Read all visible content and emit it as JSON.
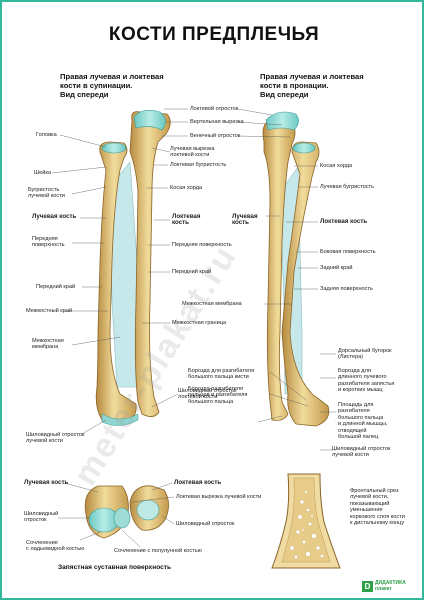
{
  "title": "КОСТИ ПРЕДПЛЕЧЬЯ",
  "colors": {
    "bone": "#e3c77e",
    "bone_dark": "#b68a3f",
    "cartilage": "#8fd6d0",
    "membrane": "#c6e8ea",
    "border": "#34b89a",
    "leader": "#555555"
  },
  "left_header": [
    "Правая лучевая и локтевая",
    "кости в супинации.",
    "Вид спереди"
  ],
  "right_header": [
    "Правая лучевая и локтевая",
    "кости в пронации.",
    "Вид спереди"
  ],
  "watermark": "meter-plakat.ru",
  "labels": {
    "olecranon": "Локтевой отросток",
    "trochlear_notch": "Вертельная вырезка",
    "coronoid": "Венечный отросток",
    "radial_notch": [
      "Лучевая вырезка",
      "локтевой кости"
    ],
    "ulnar_tuberosity": "Локтевая бугристость",
    "oblique_cord_l": "Косая хорда",
    "head": "Головка",
    "neck": "Шейка",
    "radial_tuberosity_l": [
      "Бугристость",
      "лучевой кости"
    ],
    "radius_l": "Лучевая кость",
    "ulna_l": [
      "Локтевая",
      "кость"
    ],
    "anterior_surface_l": [
      "Передняя",
      "поверхность"
    ],
    "anterior_surface_r": "Передняя поверхность",
    "anterior_border_l": "Передний край",
    "anterior_border_r": "Передний край",
    "interosseous_border": "Межкостный край",
    "interosseous_margin": "Межкостная граница",
    "interosseous_membrane_l": [
      "Межкостная",
      "мембрана"
    ],
    "ulnar_styloid": [
      "Шиловидный отросток",
      "локтевой кости"
    ],
    "radial_styloid_l": [
      "Шиловидный отросток",
      "лучевой кости"
    ],
    "oblique_cord_r": "Косая хорда",
    "radial_tuberosity_r": "Лучевая бугристость",
    "ulna_r": "Локтевая кость",
    "radius_r": [
      "Лучевая",
      "кость"
    ],
    "lateral_surface": "Боковая поверхность",
    "posterior_border": "Задний край",
    "posterior_surface": "Задняя поверхность",
    "interosseous_membrane_r": "Межкостная мембрана",
    "dorsal_tubercle": [
      "Дорсальный бугорок",
      "(Листера)"
    ],
    "groove_ecrb": [
      "Борозда для",
      "длинного лучевого",
      "разгибателя запястья",
      "и коротких мышц"
    ],
    "groove_epl": [
      "Борозда для разгибателя",
      "большого пальца кисти"
    ],
    "groove_edc": [
      "Борозда разгибателя",
      "пальцев и разгибателя",
      "большого пальца"
    ],
    "groove_apl": [
      "Площадь для",
      "разгибателя",
      "большого пальца",
      "и длинной мышцы,",
      "отводящей",
      "большой палец"
    ],
    "radial_styloid_r": [
      "Шиловидный отросток",
      "лучевой кости"
    ],
    "wrist_radius": "Лучевая кость",
    "wrist_ulna": "Локтевая кость",
    "ulnar_notch": "Локтевая вырезка лучевой кости",
    "wrist_styloid_l": [
      "Шиловидный",
      "отросток"
    ],
    "wrist_styloid_r": "Шиловидный отросток",
    "scaphoid_joint": [
      "Сочленение",
      "с ладьевидной костью"
    ],
    "lunate_joint": "Сочленение с полулунной костью",
    "wrist_caption": "Запястная суставная поверхность",
    "section_note": [
      "Фронтальный срез",
      "лучевой кости,",
      "показывающий",
      "уменьшение",
      "коркового слоя кости",
      "к дистальному концу"
    ]
  },
  "logo": {
    "mark": "D",
    "text": [
      "ДИДАКТИКА",
      "плакат"
    ]
  }
}
